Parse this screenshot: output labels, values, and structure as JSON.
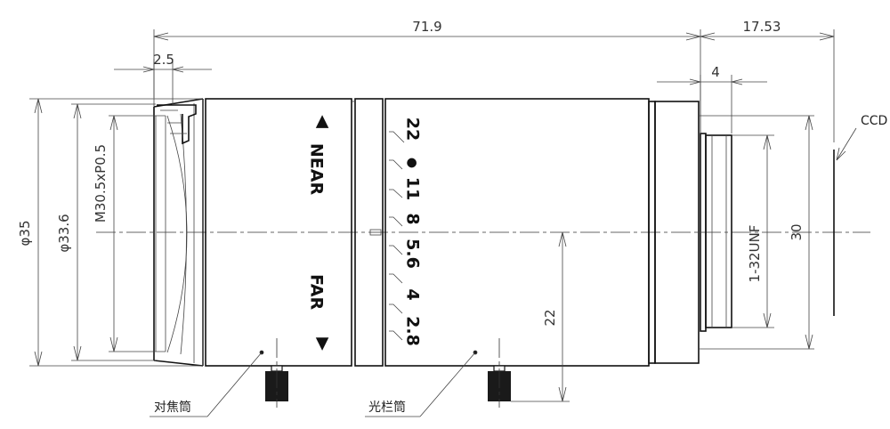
{
  "dimensions": {
    "overall_length": "71.9",
    "flange_back": "17.53",
    "front_step": "2.5",
    "mount_depth": "4",
    "outer_diameter": "φ35",
    "inner_diameter": "φ33.6",
    "filter_thread": "M30.5xP0.5",
    "mount_thread": "1-32UNF",
    "mount_diameter": "30",
    "screw_height": "22"
  },
  "labels": {
    "ccd": "CCD",
    "focus_ring": "对焦筒",
    "iris_ring": "光栏筒"
  },
  "focus_scale": {
    "near": "NEAR",
    "far": "FAR",
    "near_arrow": "▲",
    "far_arrow": "▼"
  },
  "aperture_scale": [
    "22",
    "●",
    "11",
    "8",
    "5.6",
    "4",
    "2.8"
  ]
}
